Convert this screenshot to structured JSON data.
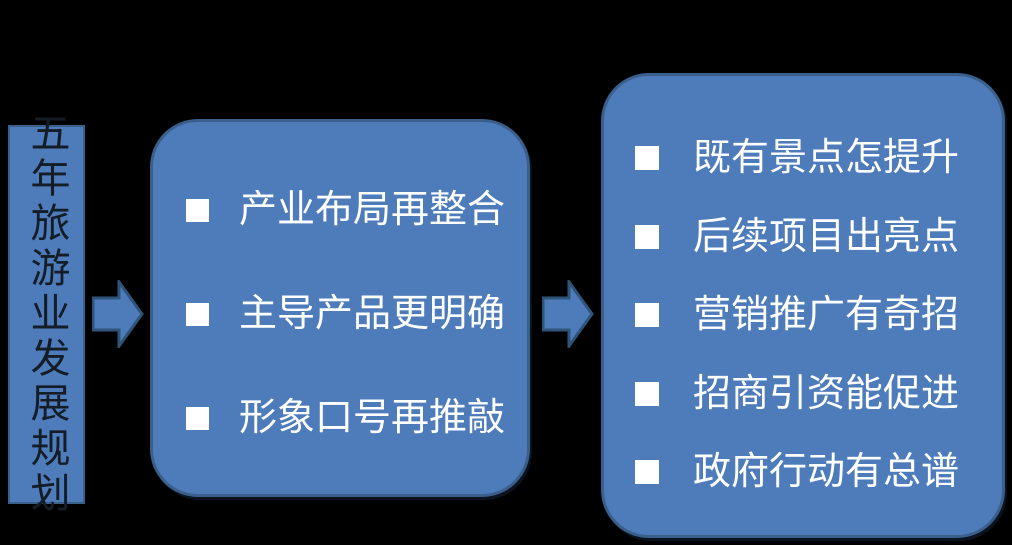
{
  "colors": {
    "box_fill": "#4e7cbb",
    "box_border": "#3a5f8a",
    "arrow_fill": "#4e7cbb",
    "arrow_border": "#2f5479",
    "text_light": "#ffffff",
    "text_dark": "#141c26",
    "bg": "#000000"
  },
  "plan_panel": {
    "title": "五年旅游业发展规划"
  },
  "strategy_panel": {
    "items": [
      {
        "label": "产业布局再整合"
      },
      {
        "label": "主导产品更明确"
      },
      {
        "label": "形象口号再推敲"
      }
    ]
  },
  "tactics_panel": {
    "items": [
      {
        "label": "既有景点怎提升"
      },
      {
        "label": "后续项目出亮点"
      },
      {
        "label": "营销推广有奇招"
      },
      {
        "label": "招商引资能促进"
      },
      {
        "label": "政府行动有总谱"
      }
    ]
  }
}
